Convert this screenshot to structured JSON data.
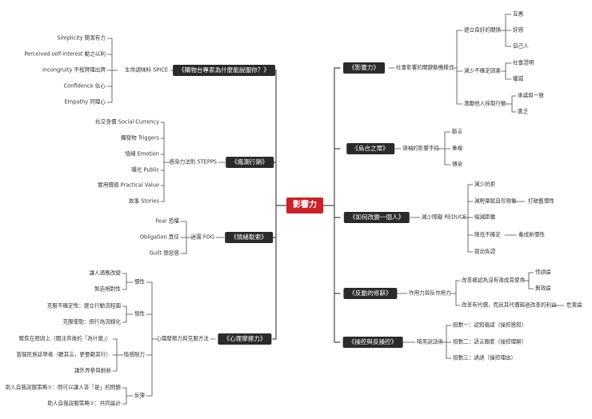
{
  "colors": {
    "line": "#4a4a4a",
    "root_bg": "#c8232a",
    "branch_bg": "#2b2b2b",
    "text": "#333333"
  },
  "root": "影響力",
  "branches": {
    "influence": "《影響力》",
    "pipers": "《烏合之眾》",
    "change": "《如何改變一個人》",
    "backfire": "《反動的修辭》",
    "manipulate": "《操控與反操控》",
    "friction": "《心理摩擦力》",
    "emotion": "《情緒勒索》",
    "contagious": "《瘋潮行銷》",
    "buy": "《購物台專家為什麼能說服你？》"
  },
  "influence": {
    "mid": "社會影響的關鍵動機模式",
    "rel": "建立良好的關係",
    "rel_items": [
      "互惠",
      "好感",
      "自己人"
    ],
    "unc": "減少不確定因素",
    "unc_items": [
      "社會證明",
      "權威"
    ],
    "act": "激勵他人採取行動",
    "act_items": [
      "承諾與一致",
      "匱乏"
    ]
  },
  "pipers": {
    "mid": "領袖的影響手段",
    "items": [
      "斷言",
      "重複",
      "傳染"
    ]
  },
  "change": {
    "mid": "減少障礙 REDUCE",
    "items": [
      "減少抗拒",
      "減輕稟賦自珍現象",
      "縮減距離",
      "降低不確定",
      "提出佐證"
    ],
    "side1": "打破舊慣性",
    "side2": "養成新慣性"
  },
  "backfire": {
    "mid": "作用力與反作用力",
    "item1": "改革被認為沒有達成其使命",
    "item1_subs": [
      "悖謬論",
      "無效論"
    ],
    "item2": "改革有代價，而且其代價超過改革的利益",
    "item2_side": "危害論"
  },
  "manipulate": {
    "mid": "暗黑說話術",
    "items": [
      "招數一：認知偏誤（操控感知）",
      "招數二：語言圈套（操控理解）",
      "招數三：誘誘（操控理由）"
    ]
  },
  "buy": {
    "mid": "生命調味料 SPICE",
    "items": [
      "Simplicity 簡潔有力",
      "Perceived self-interest 動之以利",
      "Incongruity 不按牌理出牌",
      "Confidence 信心",
      "Empathy 同理心"
    ]
  },
  "contagious": {
    "mid": "感染力法則 STEPPS",
    "items": [
      "社交身價 Social Currency",
      "觸發物 Triggers",
      "情緒 Emotion",
      "曝光 Public",
      "實用價值 Practical Value",
      "故事 Stories"
    ]
  },
  "emotion": {
    "mid": "迷霧 FOG",
    "items": [
      "Fear 恐懼",
      "Obligation 責任",
      "Guilt 罪惡感"
    ]
  },
  "friction": {
    "mid": "心理摩擦力與克服方法",
    "inertia": "慣性",
    "inertia_items": [
      "讓人適應改變",
      "製造相對性"
    ],
    "effort": "惰性",
    "effort_items": [
      "克服不確定性：建立行動流程圖",
      "克服使勁：把行為流線化"
    ],
    "emotional": "情感阻力",
    "emotional_items": [
      "聚焦在原因上（關注背後的「為什麼」）",
      "當個民族誌學者（聽其言，更要觀其行）",
      "讓外界參與創新"
    ],
    "reactance": "反彈",
    "reactance_items": [
      "助人自我說服策略①：問可以讓人答「是」的問題",
      "助人自我說服策略②：共同設計"
    ]
  }
}
